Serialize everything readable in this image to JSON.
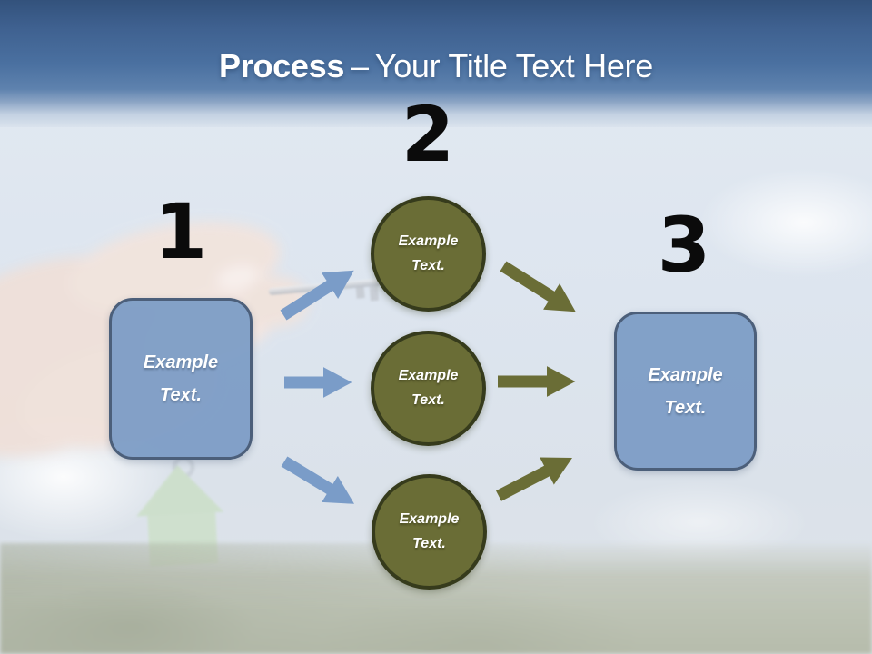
{
  "slide": {
    "title": {
      "emphasis": "Process",
      "separator": "–",
      "text": "Your Title Text Here"
    },
    "steps": {
      "numbers": [
        "1",
        "2",
        "3"
      ],
      "left_box_label": "Example Text.",
      "right_box_label": "Example Text.",
      "circle_labels": [
        "Example Text.",
        "Example Text.",
        "Example Text."
      ]
    },
    "colors": {
      "header_top": "#33527c",
      "header_mid": "#4a70a0",
      "header_fade": "#dae3ed",
      "sky": "#dde5ef",
      "grass": "#b6bcab",
      "box_fill": "#7f9ec6",
      "box_border": "#4c5f7a",
      "circle_fill": "#6a6d36",
      "circle_border": "#363b1c",
      "arrow_blue": "#7a9cc8",
      "arrow_olive": "#6a6d36",
      "number_color": "#0b0b0b",
      "label_color": "#ffffff"
    }
  }
}
